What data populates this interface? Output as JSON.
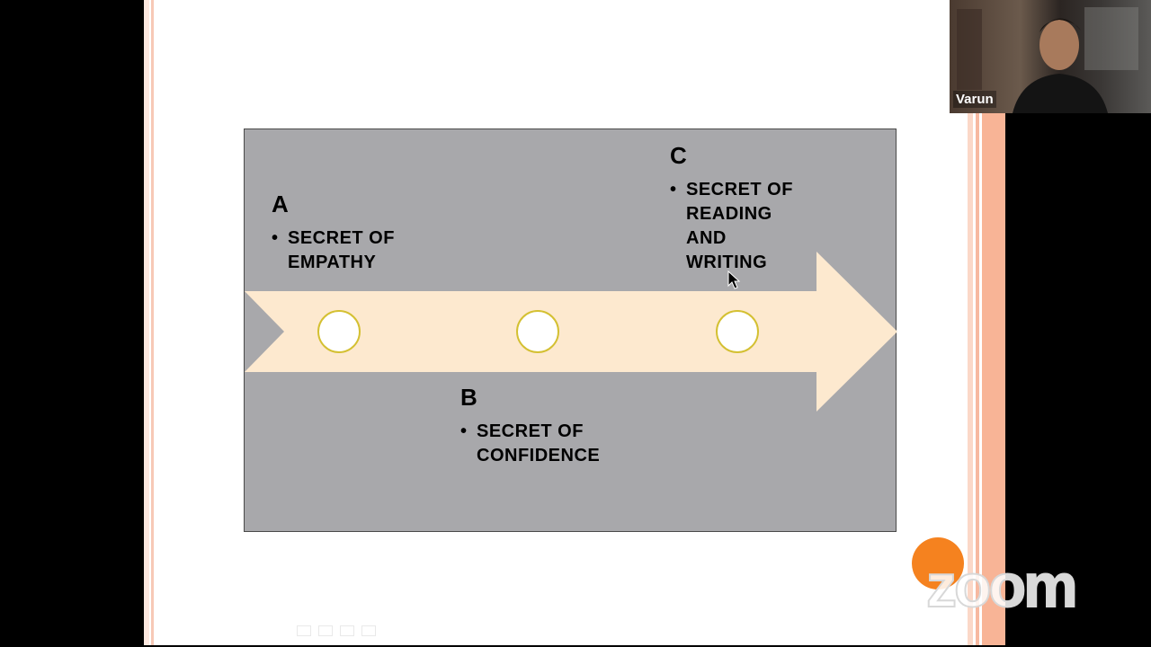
{
  "slide": {
    "milestones": [
      {
        "letter": "A",
        "text": "SECRET OF\nEMPATHY"
      },
      {
        "letter": "B",
        "text": "SECRET OF\nCONFIDENCE"
      },
      {
        "letter": "C",
        "text": "SECRET OF\nREADING\nAND\nWRITING"
      }
    ],
    "bullet_char": "•"
  },
  "video": {
    "participant_name": "Varun"
  },
  "branding": {
    "zoom_text": "zoom",
    "zoom_dot_color": "#f5821f"
  },
  "colors": {
    "timeline_background": "#a8a8ab",
    "arrow_fill": "#fde9cf",
    "node_stroke": "#d4c032"
  }
}
